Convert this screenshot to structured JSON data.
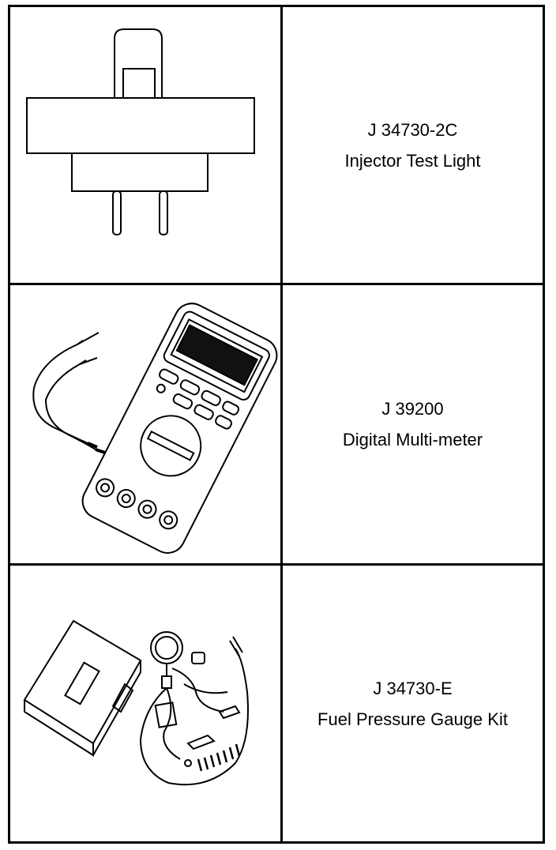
{
  "tools": [
    {
      "part_number": "J 34730-2C",
      "name": "Injector Test Light",
      "icon": "injector-test-light-icon"
    },
    {
      "part_number": "J 39200",
      "name": "Digital Multi-meter",
      "icon": "digital-multimeter-icon"
    },
    {
      "part_number": "J 34730-E",
      "name": "Fuel Pressure Gauge Kit",
      "icon": "fuel-pressure-gauge-kit-icon"
    }
  ]
}
